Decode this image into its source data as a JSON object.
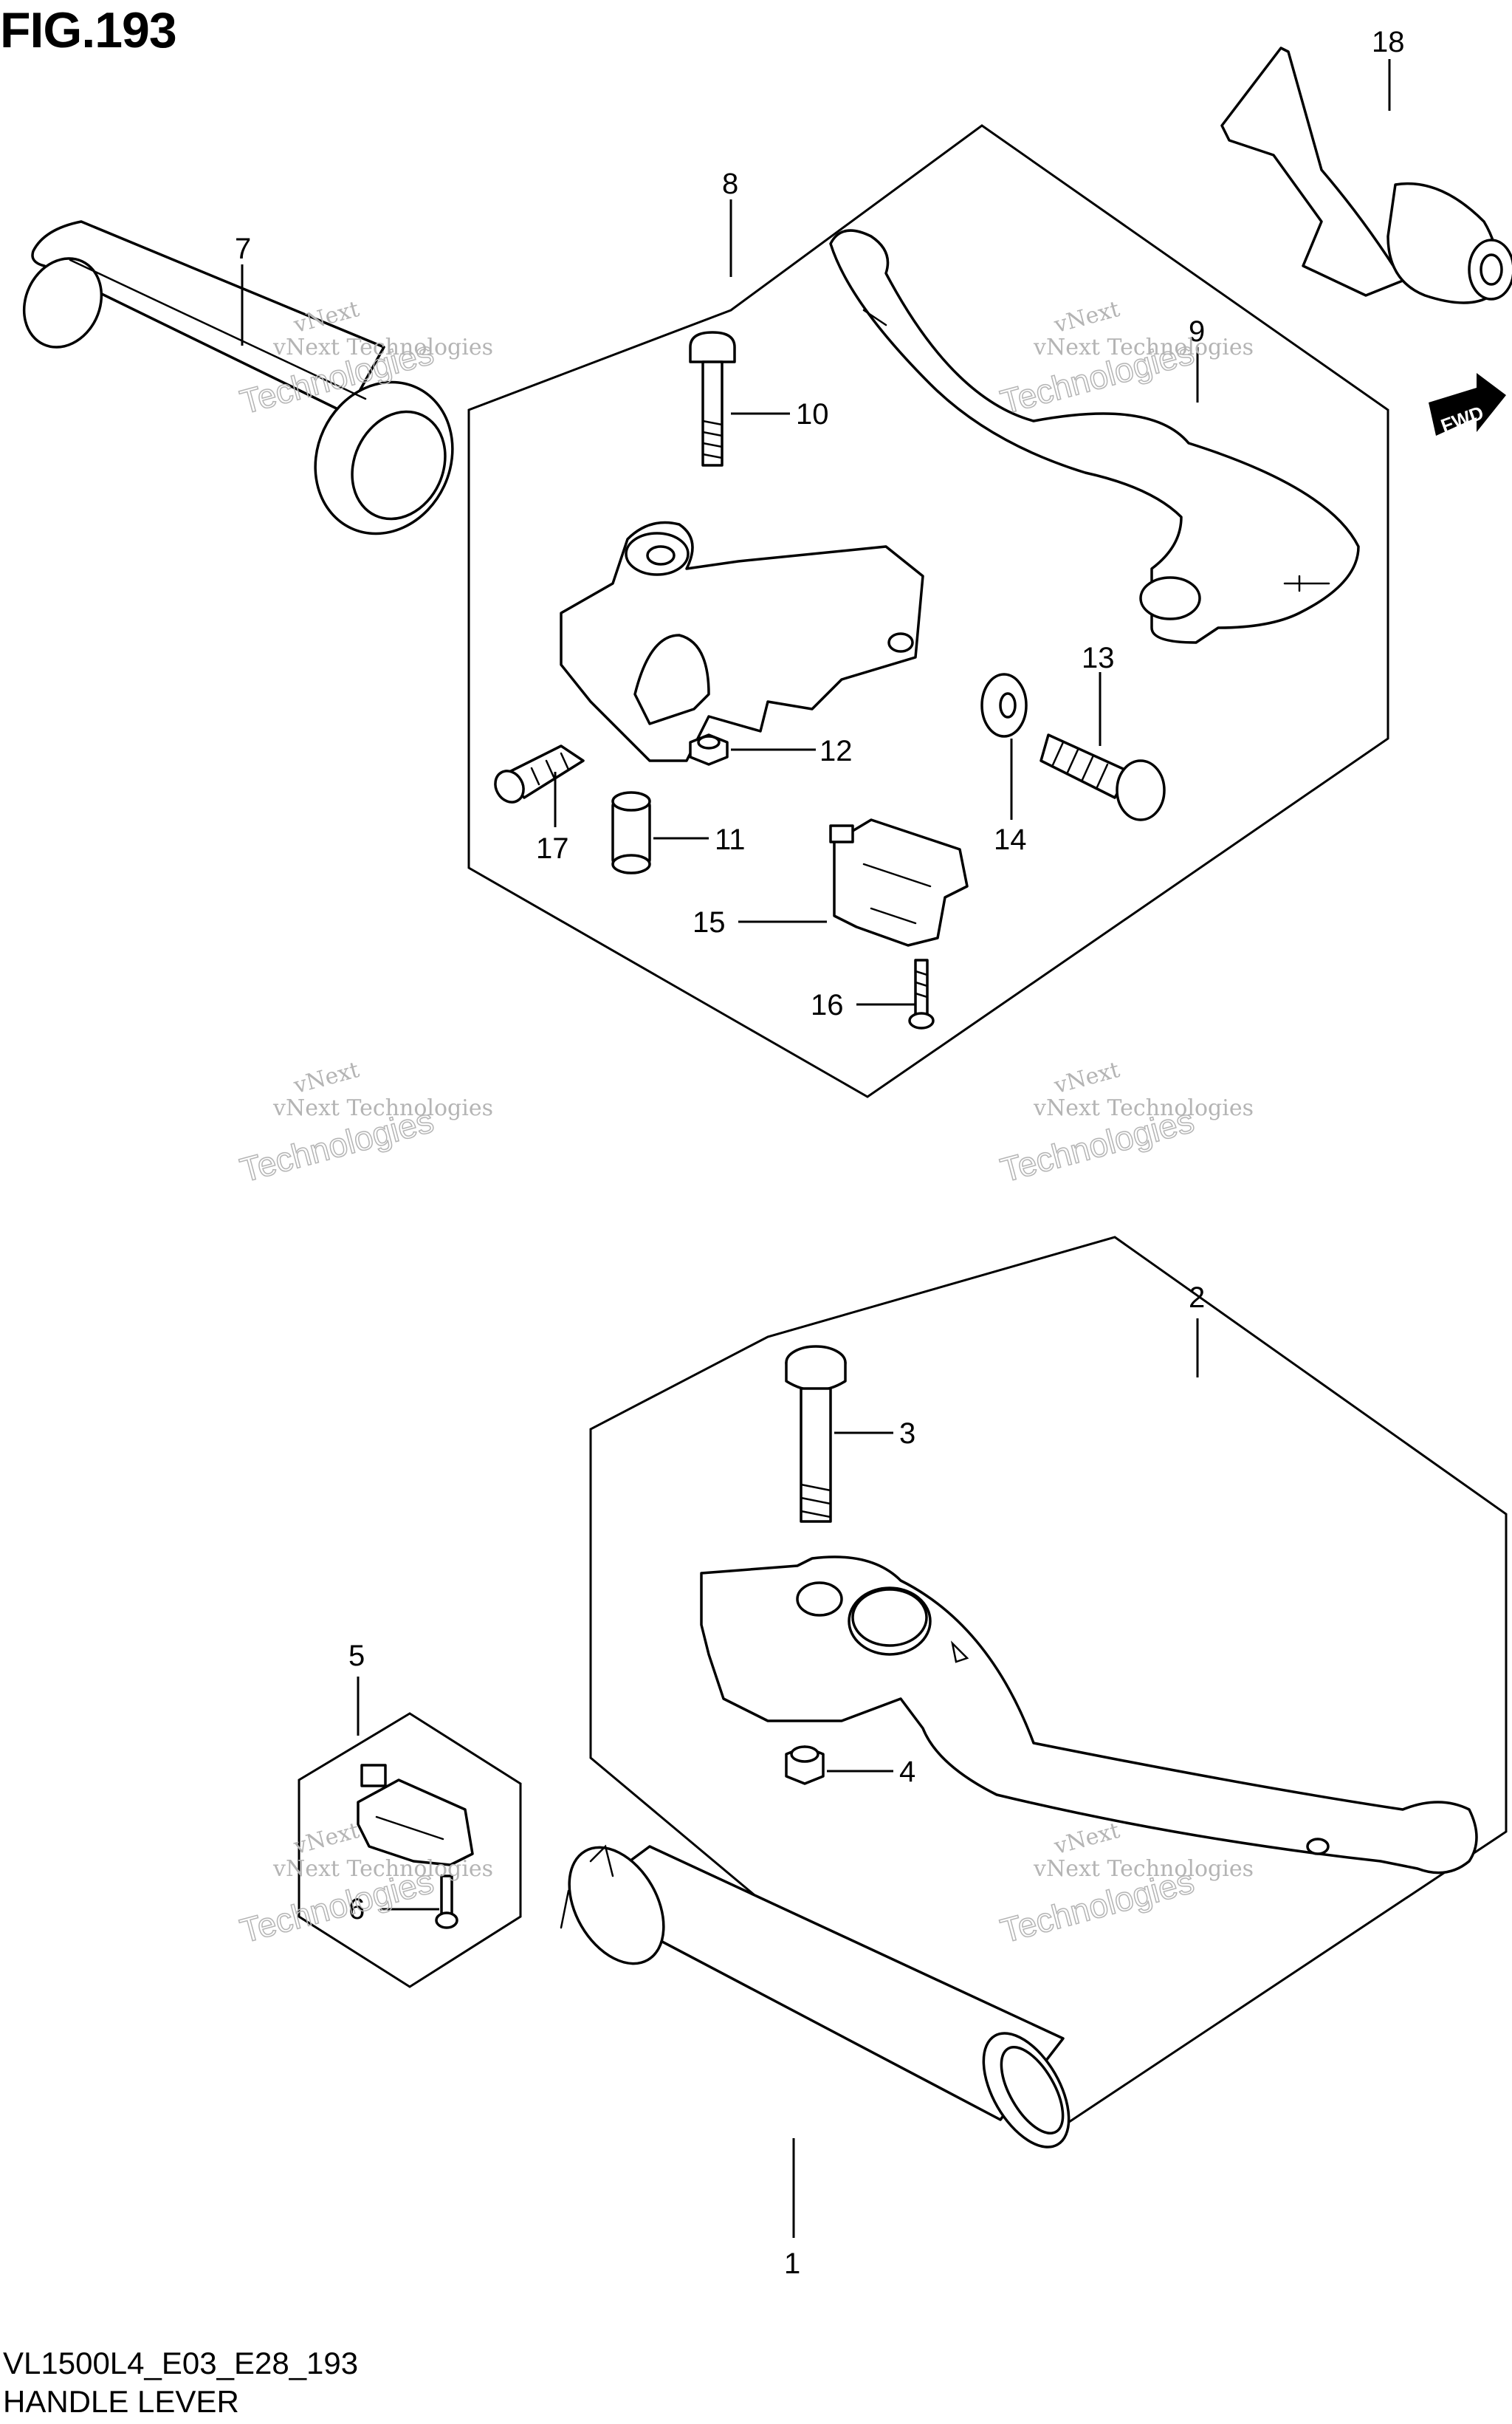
{
  "figure": {
    "title": "FIG.193"
  },
  "fwd_label": "FWD",
  "callouts": {
    "c1": "1",
    "c2": "2",
    "c3": "3",
    "c4": "4",
    "c5": "5",
    "c6": "6",
    "c7": "7",
    "c8": "8",
    "c9": "9",
    "c10": "10",
    "c11": "11",
    "c12": "12",
    "c13": "13",
    "c14": "14",
    "c15": "15",
    "c16": "16",
    "c17": "17",
    "c18": "18"
  },
  "watermark": {
    "line1": "vNext",
    "line2": "vNext Technologies",
    "line3": "Technologies"
  },
  "footer": {
    "code": "VL1500L4_E03_E28_193",
    "title": "HANDLE LEVER"
  },
  "colors": {
    "line": "#000000",
    "watermark": "#b4b4b4",
    "background": "#ffffff"
  }
}
